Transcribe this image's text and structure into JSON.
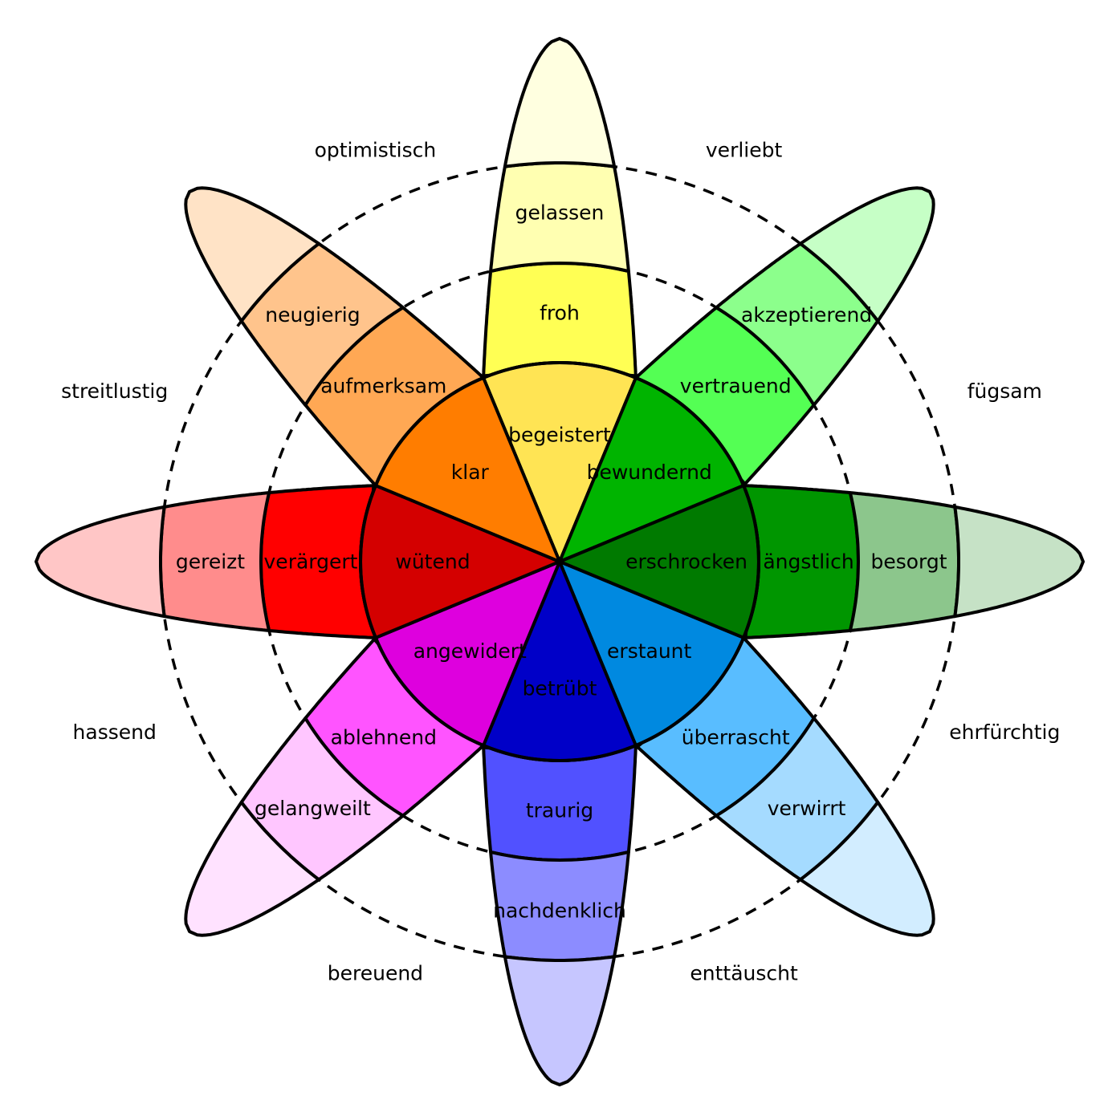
{
  "title": "Plutchik-Gefühlsrad",
  "petals": [
    {
      "key": "joy",
      "direction": "up",
      "rings": [
        {
          "label": "begeistert",
          "color": "#FFE454"
        },
        {
          "label": "froh",
          "color": "#FFFF54"
        },
        {
          "label": "gelassen",
          "color": "#FFFFB1"
        },
        {
          "label": "",
          "color": "#FFFFE0"
        }
      ]
    },
    {
      "key": "trust",
      "direction": "up-right",
      "rings": [
        {
          "label": "bewundernd",
          "color": "#00B400"
        },
        {
          "label": "vertrauend",
          "color": "#54FF54"
        },
        {
          "label": "akzeptierend",
          "color": "#8CFF8C"
        },
        {
          "label": "",
          "color": "#C6FFC6"
        }
      ]
    },
    {
      "key": "fear",
      "direction": "right",
      "rings": [
        {
          "label": "erschrocken",
          "color": "#007A00"
        },
        {
          "label": "ängstlich",
          "color": "#009600"
        },
        {
          "label": "besorgt",
          "color": "#8CC68C"
        },
        {
          "label": "",
          "color": "#C6E2C6"
        }
      ]
    },
    {
      "key": "surprise",
      "direction": "down-right",
      "rings": [
        {
          "label": "erstaunt",
          "color": "#0089E0"
        },
        {
          "label": "überrascht",
          "color": "#59BDFF"
        },
        {
          "label": "verwirrt",
          "color": "#A5DBFF"
        },
        {
          "label": "",
          "color": "#D2EDFF"
        }
      ]
    },
    {
      "key": "sadness",
      "direction": "down",
      "rings": [
        {
          "label": "betrübt",
          "color": "#0000C8"
        },
        {
          "label": "traurig",
          "color": "#5151FF"
        },
        {
          "label": "nachdenklich",
          "color": "#8C8CFF"
        },
        {
          "label": "",
          "color": "#C6C6FF"
        }
      ]
    },
    {
      "key": "disgust",
      "direction": "down-left",
      "rings": [
        {
          "label": "angewidert",
          "color": "#DE00DE"
        },
        {
          "label": "ablehnend",
          "color": "#FF54FF"
        },
        {
          "label": "gelangweilt",
          "color": "#FFC6FF"
        },
        {
          "label": "",
          "color": "#FFE2FF"
        }
      ]
    },
    {
      "key": "anger",
      "direction": "left",
      "rings": [
        {
          "label": "wütend",
          "color": "#D40000"
        },
        {
          "label": "verärgert",
          "color": "#FF0000"
        },
        {
          "label": "gereizt",
          "color": "#FF8C8C"
        },
        {
          "label": "",
          "color": "#FFC6C6"
        }
      ]
    },
    {
      "key": "anticipation",
      "direction": "up-left",
      "rings": [
        {
          "label": "klar",
          "color": "#FF7D00"
        },
        {
          "label": "aufmerksam",
          "color": "#FFA854"
        },
        {
          "label": "neugierig",
          "color": "#FFC48C"
        },
        {
          "label": "",
          "color": "#FFE3C6"
        }
      ]
    }
  ],
  "dyads": [
    {
      "label": "verliebt",
      "position": "between joy and trust"
    },
    {
      "label": "fügsam",
      "position": "between trust and fear"
    },
    {
      "label": "ehrfürchtig",
      "position": "between fear and surprise"
    },
    {
      "label": "enttäuscht",
      "position": "between surprise and sadness"
    },
    {
      "label": "bereuend",
      "position": "between sadness and disgust"
    },
    {
      "label": "hassend",
      "position": "between disgust and anger"
    },
    {
      "label": "streitlustig",
      "position": "between anger and anticipation"
    },
    {
      "label": "optimistisch",
      "position": "between anticipation and joy"
    }
  ],
  "outline_color": "#000000",
  "background_color": "#FFFFFF"
}
